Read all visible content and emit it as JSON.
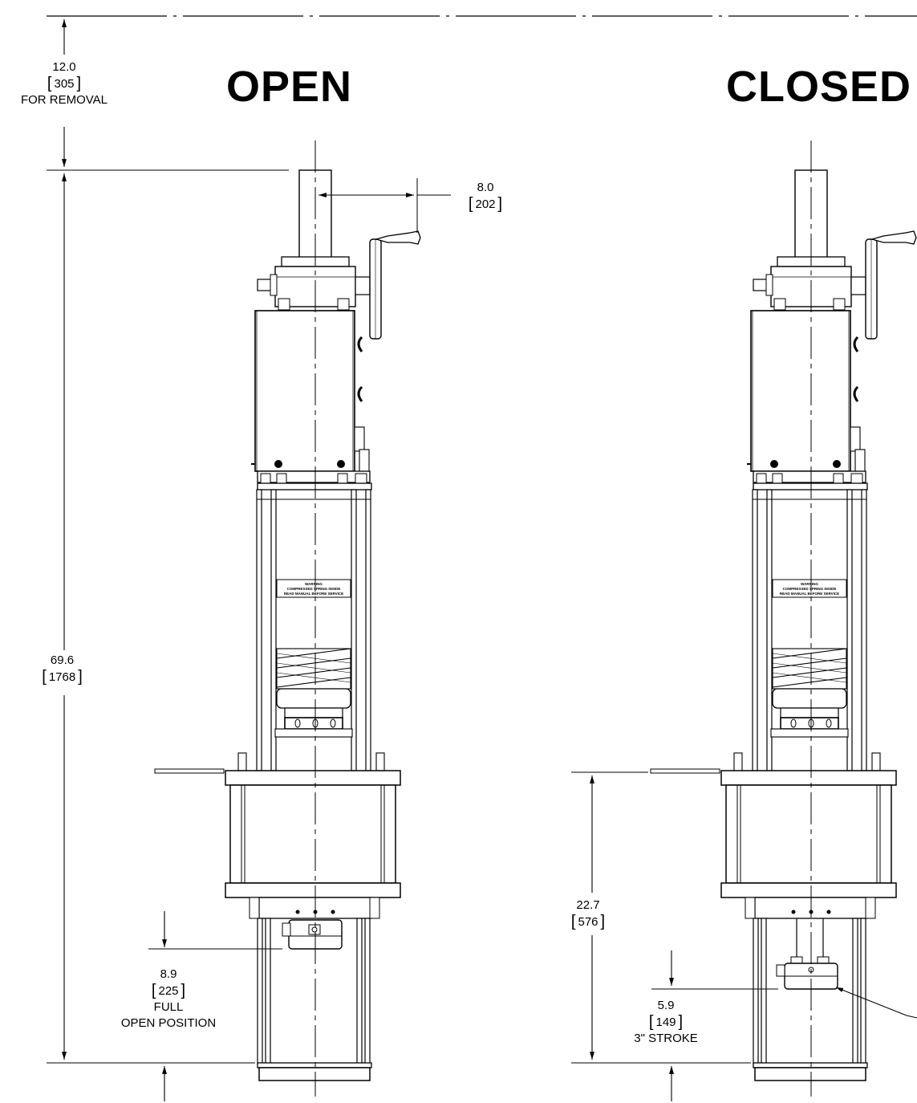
{
  "titles": {
    "open": "OPEN",
    "closed": "CLOSED"
  },
  "dimensions": {
    "removal": {
      "inch": "12.0",
      "mm": "305",
      "note": "FOR REMOVAL"
    },
    "handwheel_offset": {
      "inch": "8.0",
      "mm": "202"
    },
    "overall_height": {
      "inch": "69.6",
      "mm": "1768"
    },
    "open_position": {
      "inch": "8.9",
      "mm": "225",
      "note1": "FULL",
      "note2": "OPEN POSITION"
    },
    "cylinder_height": {
      "inch": "22.7",
      "mm": "576"
    },
    "stroke": {
      "inch": "5.9",
      "mm": "149",
      "note": "3\" STROKE"
    }
  },
  "warning_plate": {
    "line1": "WARNING",
    "line2": "COMPRESSED SPRING INSIDE",
    "line3": "READ MANUAL BEFORE SERVICE"
  }
}
